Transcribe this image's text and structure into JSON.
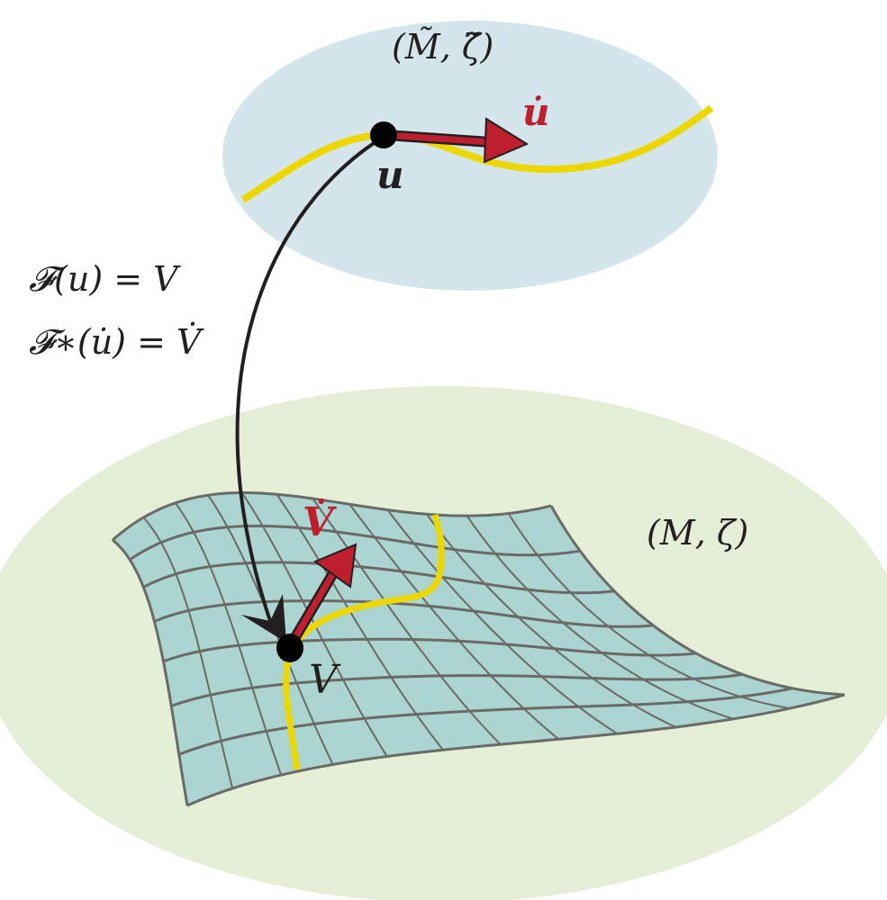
{
  "labels": {
    "top_space": "(M̃, ζ̃)",
    "bottom_space": "(M, ζ)",
    "point_u": "u",
    "velocity_u": "u̇",
    "point_V": "V",
    "velocity_V": "V̇",
    "map_equation": "𝓕(u) = V",
    "pushforward_equation": "𝓕∗(u̇) = V̇"
  },
  "colors": {
    "top_ellipse": "#d4e6ec",
    "bottom_ellipse": "#e5eed6",
    "surface": "#acd4d0",
    "grid": "#6a6a66",
    "curve": "#ecd800",
    "vector": "#be1e2d",
    "arrow": "#231f20"
  }
}
